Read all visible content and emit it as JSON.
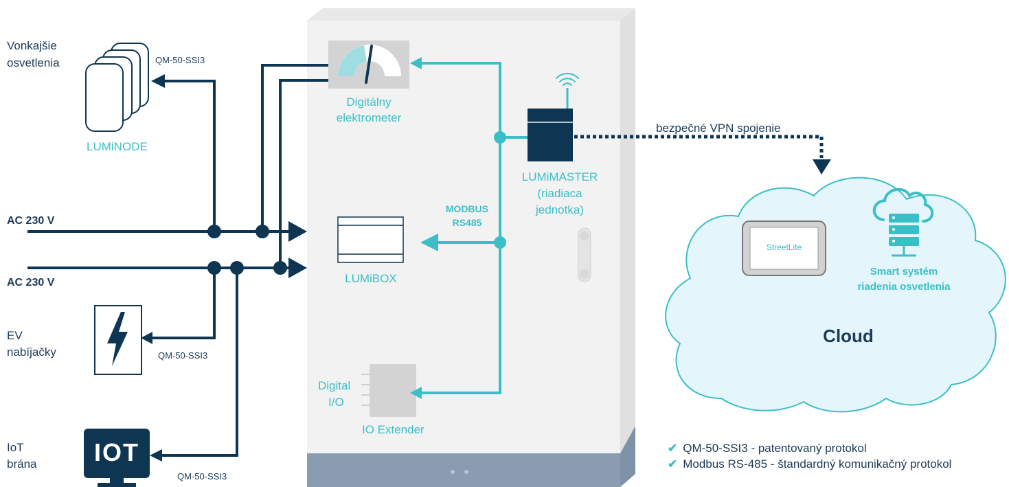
{
  "labels": {
    "vonkajsie_line1": "Vonkajšie",
    "vonkajsie_line2": "osvetlenia",
    "protocol_top": "QM-50-SSI3",
    "luminode": "LUMiNODE",
    "ac_top": "AC 230 V",
    "ac_bottom": "AC 230 V",
    "ev_line1": "EV",
    "ev_line2": "nabíjačky",
    "protocol_ev": "QM-50-SSI3",
    "iot_line1": "IoT",
    "iot_line2": "brána",
    "protocol_iot": "QM-50-SSI3",
    "iot_icon_text": "IOT",
    "elektrometer_line1": "Digitálny",
    "elektrometer_line2": "elektrometer",
    "lumimaster_line1": "LUMiMASTER",
    "lumimaster_line2": "(riadiaca",
    "lumimaster_line3": "jednotka)",
    "modbus_line1": "MODBUS",
    "modbus_line2": "RS485",
    "lumibox": "LUMiBOX",
    "digital_line1": "Digital",
    "digital_line2": "I/O",
    "io_extender": "IO Extender",
    "vpn": "bezpečné VPN spojenie",
    "streetlite": "StreetLite",
    "smart_line1": "Smart systém",
    "smart_line2": "riadenia osvetlenia",
    "cloud": "Cloud"
  },
  "legend": [
    "QM-50-SSI3 - patentovaný protokol",
    "Modbus RS-485 - štandardný komunikačný protokol"
  ],
  "colors": {
    "dark_navy": "#0e3552",
    "teal": "#3bbfc7",
    "cabinet": "#f2f2f2",
    "cabinet_base": "#8a9cb0",
    "cloud_fill": "#e4f6fb",
    "cloud_stroke": "#3bbfc7"
  },
  "icons": [
    "lighting-fixture-icon",
    "lightning-bolt-icon",
    "iot-gateway-icon",
    "meter-gauge-icon",
    "wifi-signal-icon",
    "server-cloud-icon",
    "tablet-icon",
    "checkmark-icon"
  ]
}
